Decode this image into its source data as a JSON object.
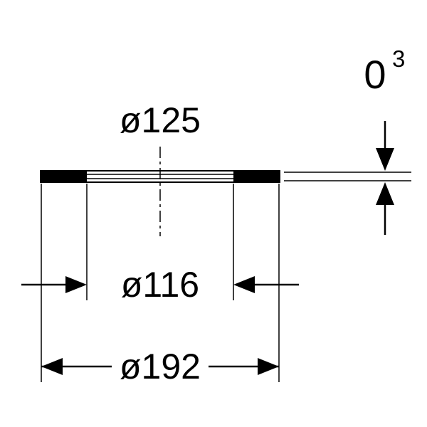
{
  "drawing": {
    "colors": {
      "line": "#000000",
      "background": "#ffffff"
    },
    "dimensions": {
      "top_diameter": {
        "label": "ø125"
      },
      "inner_diameter": {
        "label": "ø116"
      },
      "outer_diameter": {
        "label": "ø192"
      },
      "thickness": {
        "value": "0",
        "superscript": "3"
      }
    }
  }
}
